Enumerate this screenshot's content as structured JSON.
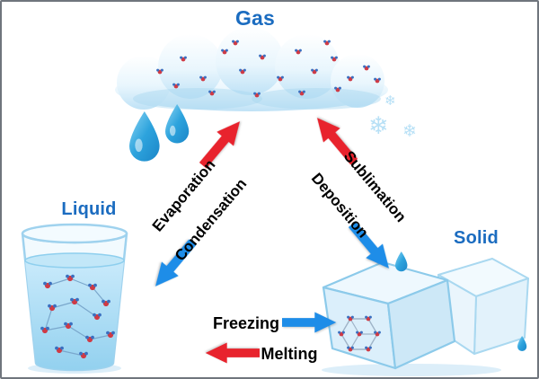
{
  "states": {
    "gas": "Gas",
    "liquid": "Liquid",
    "solid": "Solid"
  },
  "transitions": {
    "evaporation": "Evaporation",
    "condensation": "Condensation",
    "sublimation": "Sublimation",
    "deposition": "Deposition",
    "freezing": "Freezing",
    "melting": "Melting"
  },
  "colors": {
    "state_label": "#1b6cc0",
    "heating_arrow": "#e8232d",
    "cooling_arrow": "#1e8de8",
    "transition_label": "#000000",
    "cloud_fill": "#d9eefb",
    "water_fill": "#a8dcf4",
    "ice_fill": "#dbeffb"
  },
  "icons": {
    "snowflake": "❄"
  }
}
